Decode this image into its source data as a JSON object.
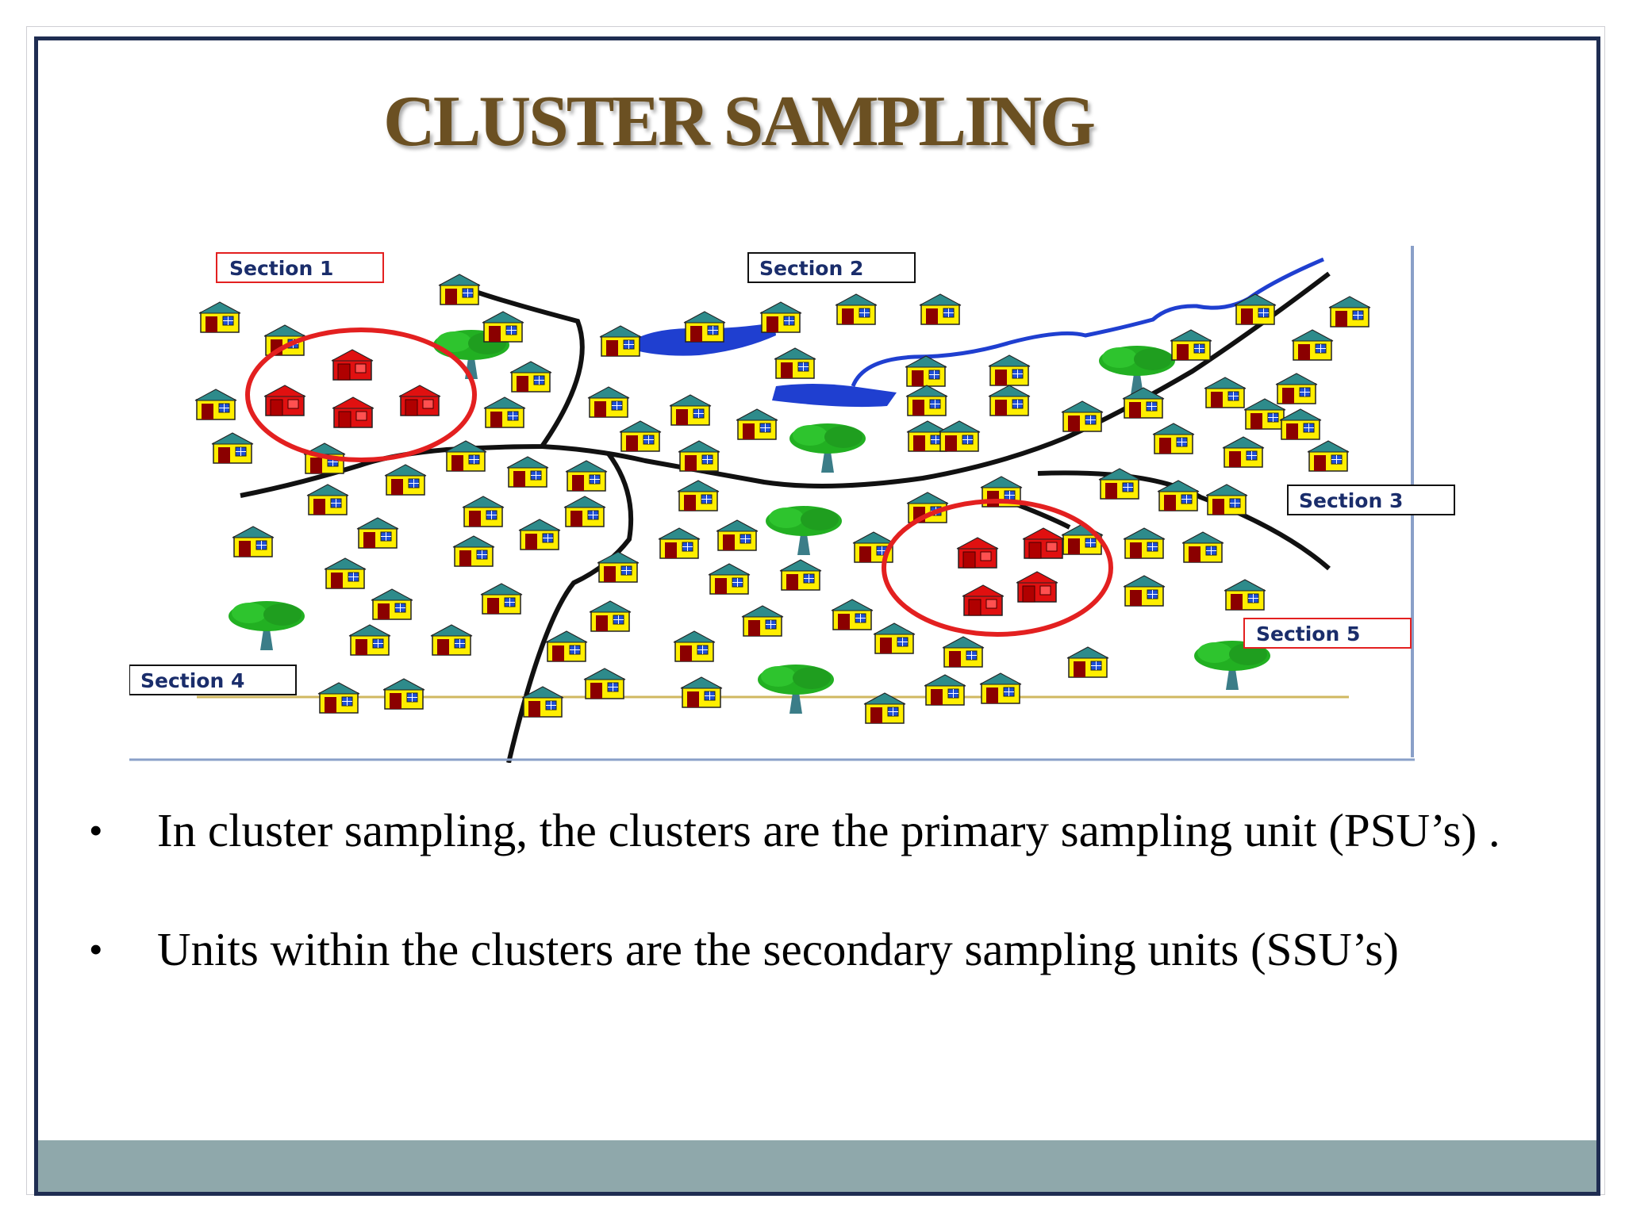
{
  "slide": {
    "title": "CLUSTER SAMPLING",
    "accent_title_color": "#6b5022",
    "frame_color": "#1f2d52",
    "footer_color": "#8fa8ab"
  },
  "diagram": {
    "sections": [
      "Section 1",
      "Section 2",
      "Section 3",
      "Section 4",
      "Section 5"
    ],
    "house_colors": {
      "normal_roof": "#2e8b8b",
      "normal_wall": "#ffee00",
      "sampled": "#e01010",
      "door": "#8b0000",
      "window": "#1e4fd6"
    },
    "cluster_circle_color": "#e32020",
    "river_color": "#1f3fd0",
    "tree_icon": "tree-icon",
    "house_icon": "house-icon"
  },
  "bullets": [
    "In cluster sampling, the clusters are the primary sampling unit (PSU’s) .",
    "Units within the clusters are the secondary sampling units (SSU’s)"
  ]
}
